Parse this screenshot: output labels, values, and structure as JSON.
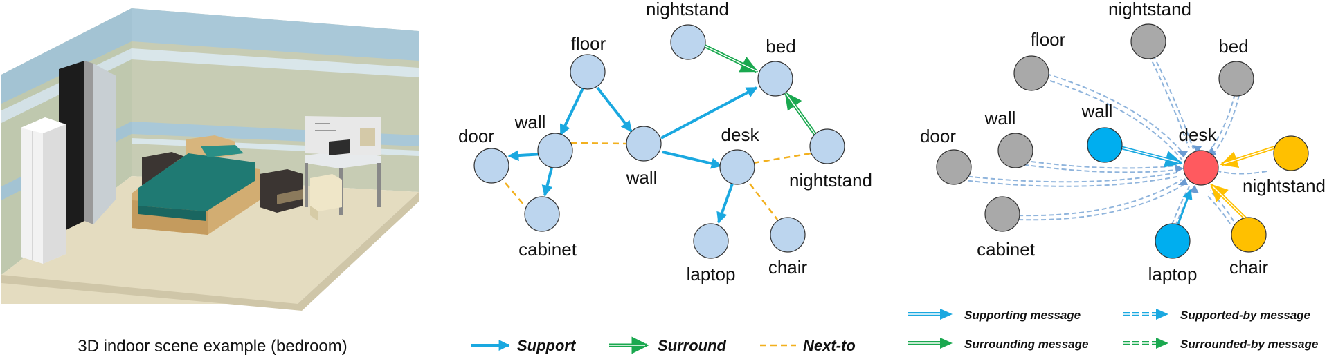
{
  "caption": "3D indoor scene example (bedroom)",
  "graph1": {
    "labels": {
      "floor": "floor",
      "nightstand_top": "nightstand",
      "bed": "bed",
      "door": "door",
      "wall_left": "wall",
      "wall_mid": "wall",
      "desk": "desk",
      "nightstand_right": "nightstand",
      "cabinet": "cabinet",
      "laptop": "laptop",
      "chair": "chair"
    }
  },
  "graph2": {
    "labels": {
      "floor": "floor",
      "nightstand_top": "nightstand",
      "bed": "bed",
      "door": "door",
      "wall_gray": "wall",
      "wall_blue": "wall",
      "desk": "desk",
      "nightstand_right": "nightstand",
      "cabinet": "cabinet",
      "laptop": "laptop",
      "chair": "chair"
    }
  },
  "legend": {
    "support": "Support",
    "surround": "Surround",
    "next_to": "Next-to",
    "supporting_message": "Supporting message",
    "supported_by_message": "Supported-by message",
    "surrounding_message": "Surrounding message",
    "surrounded_by_message": "Surrounded-by message"
  },
  "colors": {
    "node_fill": "#bcd5ee",
    "support": "#1aa8e0",
    "surround": "#1aa84f",
    "next_to": "#f2b01e",
    "gray_node": "#a9a9a9",
    "blue_node": "#00aeef",
    "yellow_node": "#ffc000",
    "center_node": "#ff5a5f",
    "message_dashed": "#8fb4dc"
  }
}
